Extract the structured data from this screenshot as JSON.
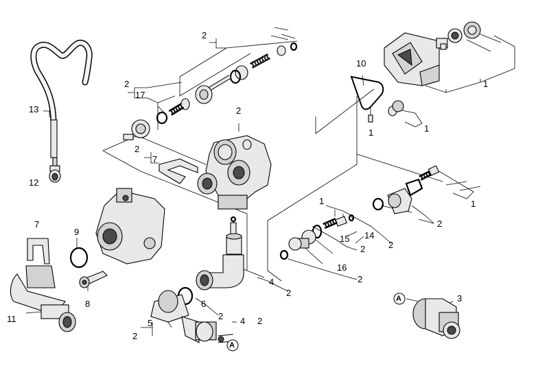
{
  "callouts": {
    "c01": "2",
    "c02": "2",
    "c03": "17",
    "c04": "13",
    "c05": "12",
    "c06": "2",
    "c07": "7",
    "c08": "2",
    "c09": "7",
    "c10": "9",
    "c11": "8",
    "c12": "11",
    "c13": "10",
    "c14": "1",
    "c15": "1",
    "c16": "1",
    "c17": "1",
    "c18": "2",
    "c19": "1",
    "c20": "14",
    "c21": "15",
    "c22": "2",
    "c23": "2",
    "c24": "16",
    "c25": "2",
    "c26": "4",
    "c27": "2",
    "c28": "6",
    "c29": "2",
    "c30": "5",
    "c31": "2",
    "c32": "4",
    "c33": "2",
    "c34": "3"
  },
  "markers": {
    "m1": "A",
    "m2": "A"
  }
}
